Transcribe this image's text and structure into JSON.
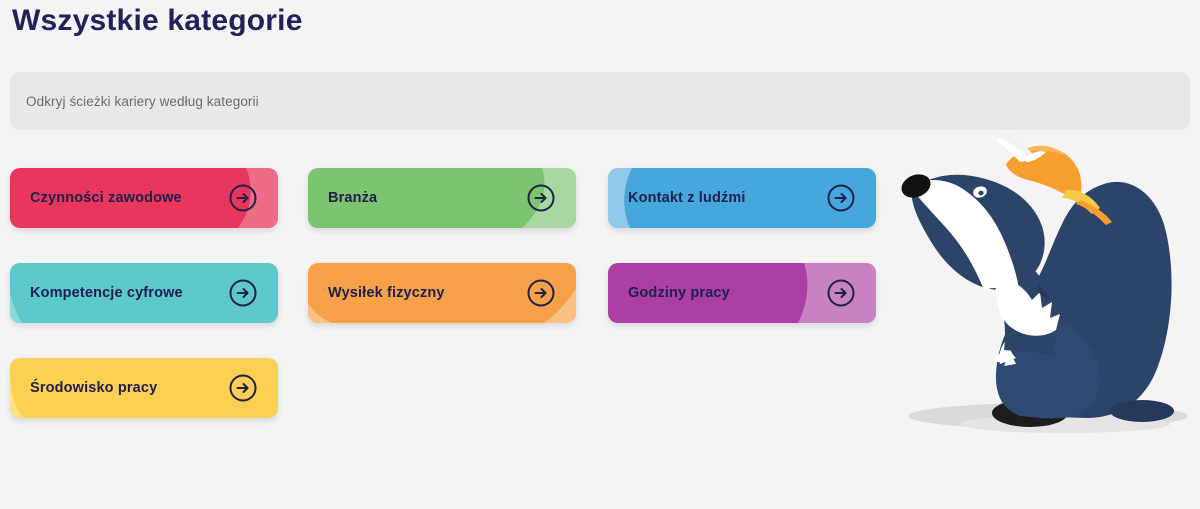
{
  "page": {
    "title": "Wszystkie kategorie",
    "subtitle": "Odkryj ścieżki kariery według kategorii",
    "background_color": "#f4f4f4",
    "title_color": "#232159",
    "subtitle_bar_color": "#e8e8e8",
    "subtitle_text_color": "#6b6b6b"
  },
  "categories": [
    {
      "label": "Czynności zawodowe",
      "color": "#e8365d",
      "accent_color": "#ef6c89",
      "accent_side": "right",
      "icon": "arrow-right-circle-icon",
      "row": 0,
      "col": 0
    },
    {
      "label": "Branża",
      "color": "#7dc471",
      "accent_color": "#a7d89f",
      "accent_side": "right",
      "icon": "arrow-right-circle-icon",
      "row": 0,
      "col": 1
    },
    {
      "label": "Kontakt z ludźmi",
      "color": "#46a7dd",
      "accent_color": "#90c9ea",
      "accent_side": "left",
      "icon": "arrow-right-circle-icon",
      "row": 0,
      "col": 2
    },
    {
      "label": "Kompetencje cyfrowe",
      "color": "#5dc8cd",
      "accent_color": "#8bd8db",
      "accent_side": "left-soft",
      "icon": "arrow-right-circle-icon",
      "row": 1,
      "col": 0
    },
    {
      "label": "Wysiłek fizyczny",
      "color": "#f6a14a",
      "accent_color": "#fbc183",
      "accent_side": "bottom-corners",
      "icon": "arrow-right-circle-icon",
      "row": 1,
      "col": 1
    },
    {
      "label": "Godziny pracy",
      "color": "#ab3fa5",
      "accent_color": "#c682c3",
      "accent_side": "right-wide",
      "icon": "arrow-right-circle-icon",
      "row": 1,
      "col": 2
    },
    {
      "label": "Środowisko pracy",
      "color": "#fbd052",
      "accent_color": "#fde08a",
      "accent_side": "left-soft",
      "icon": "arrow-right-circle-icon",
      "row": 2,
      "col": 0
    }
  ],
  "mascot": {
    "name": "badger-mascot",
    "description": "Siedzący borsuk w pomarańczowej czapce",
    "body_color": "#2c4469",
    "dark_color": "#1d1d1d",
    "stripe_color": "#ffffff",
    "cap_color": "#f5a02e",
    "cap_brim_color": "#f7c948",
    "shadow_color": "#d6d6d6"
  }
}
